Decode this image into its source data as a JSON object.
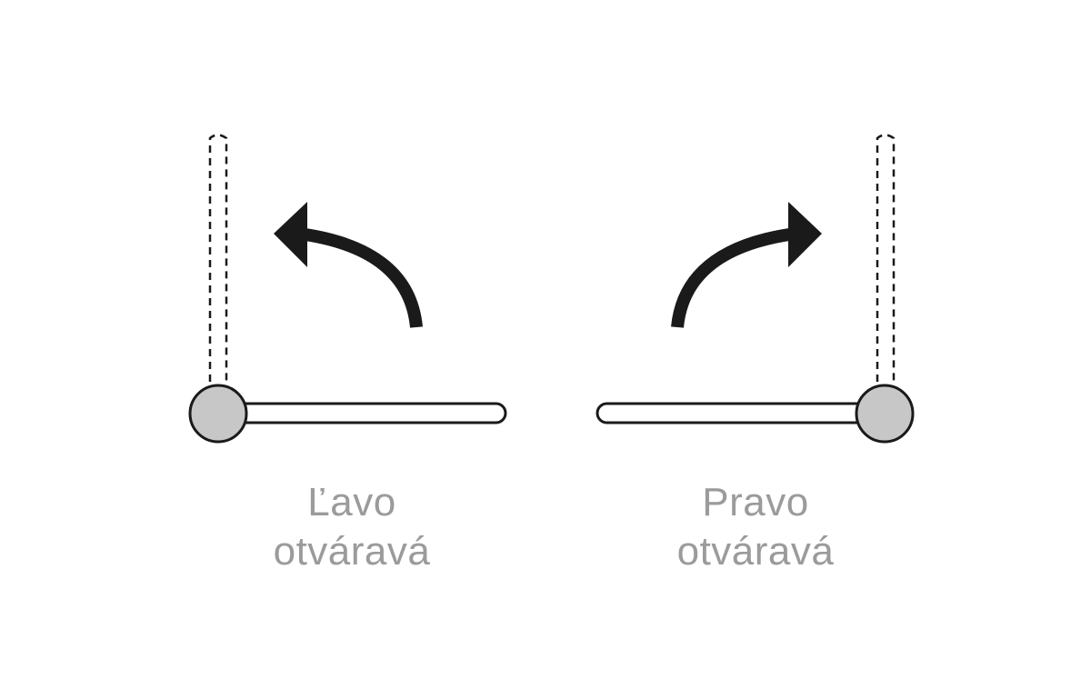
{
  "colors": {
    "background": "#ffffff",
    "stroke": "#1a1a1a",
    "arrow": "#1a1a1a",
    "hinge_fill": "#c6c7c6",
    "door_fill": "#ffffff",
    "caption_text": "#9b9b9b"
  },
  "options": [
    {
      "id": "left",
      "line1": "Ľavo",
      "line2": "otváravá",
      "hinge_side": "left",
      "arrow_direction": "counterclockwise"
    },
    {
      "id": "right",
      "line1": "Pravo",
      "line2": "otváravá",
      "hinge_side": "right",
      "arrow_direction": "clockwise"
    }
  ]
}
